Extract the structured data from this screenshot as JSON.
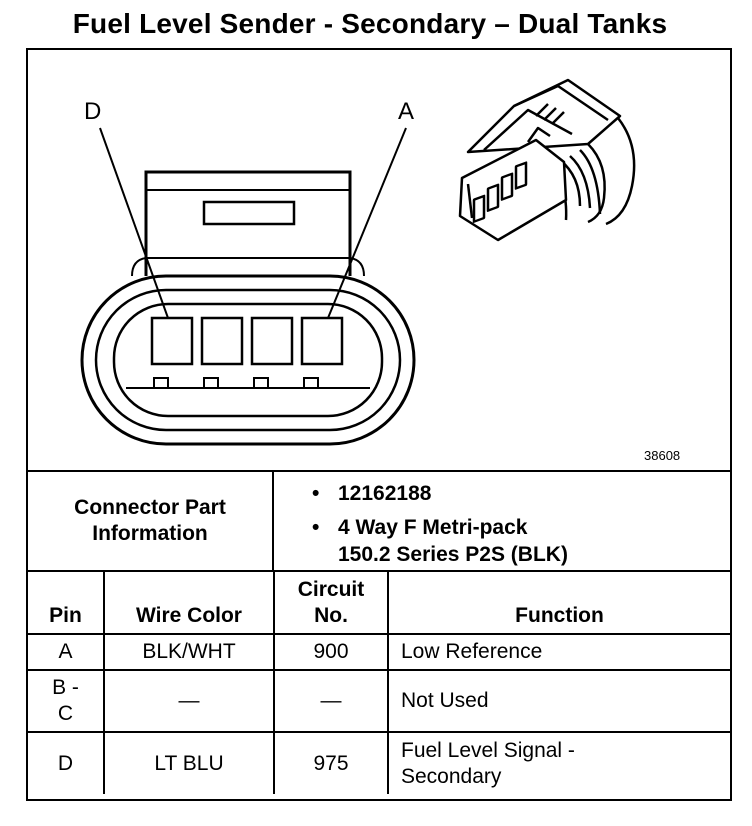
{
  "title": "Fuel Level Sender - Secondary – Dual Tanks",
  "diagram": {
    "callout_left": "D",
    "callout_right": "A",
    "figure_number": "38608"
  },
  "connector_info": {
    "label": "Connector Part Information",
    "items": [
      "12162188",
      "4 Way F Metri-pack\n150.2 Series P2S (BLK)"
    ]
  },
  "table": {
    "headers": {
      "pin": "Pin",
      "wire_color": "Wire Color",
      "circuit_no": "Circuit No.",
      "function": "Function"
    },
    "rows": [
      {
        "pin": "A",
        "wire_color": "BLK/WHT",
        "circuit": "900",
        "function": "Low Reference"
      },
      {
        "pin": "B -\nC",
        "wire_color": "—",
        "circuit": "—",
        "function": "Not Used"
      },
      {
        "pin": "D",
        "wire_color": "LT BLU",
        "circuit": "975",
        "function": "Fuel Level Signal -\nSecondary"
      }
    ]
  }
}
